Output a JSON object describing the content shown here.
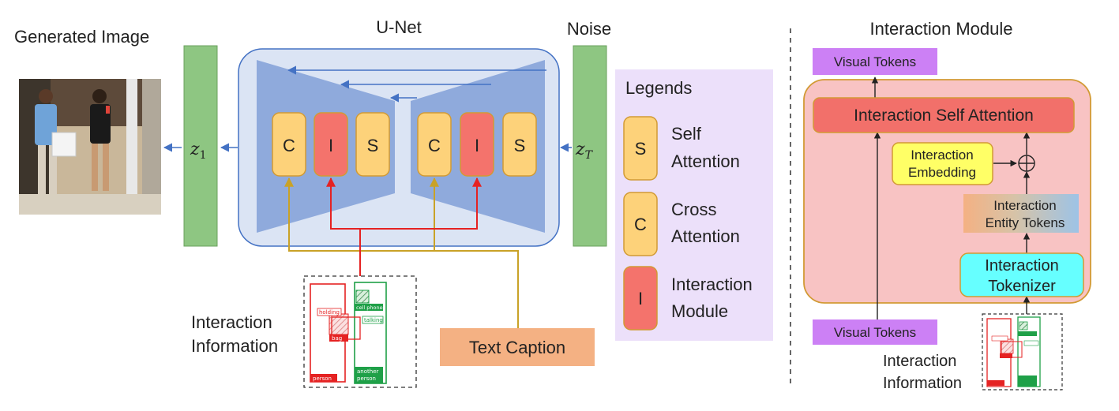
{
  "left": {
    "generated_image_label": "Generated Image",
    "unet_label": "U-Net",
    "noise_label": "Noise",
    "z1": "z",
    "z1_sub": "1",
    "zT": "z",
    "zT_sub": "T",
    "blocks": [
      "C",
      "I",
      "S",
      "C",
      "I",
      "S"
    ],
    "interaction_info_label_line1": "Interaction",
    "interaction_info_label_line2": "Information",
    "text_caption": "Text Caption",
    "thumbnail_tags": {
      "holding": "holding",
      "talking": "talking",
      "bag": "bag",
      "cell_phone": "cell phone",
      "person": "person",
      "another_person_line1": "another",
      "another_person_line2": "person"
    }
  },
  "legend": {
    "title": "Legends",
    "items": [
      {
        "symbol": "S",
        "line1": "Self",
        "line2": "Attention",
        "color": "#fdd27a"
      },
      {
        "symbol": "C",
        "line1": "Cross",
        "line2": "Attention",
        "color": "#fdd27a"
      },
      {
        "symbol": "I",
        "line1": "Interaction",
        "line2": "Module",
        "color": "#f4736c"
      }
    ]
  },
  "right": {
    "title": "Interaction Module",
    "visual_tokens_top": "Visual Tokens",
    "self_attention": "Interaction Self Attention",
    "embedding_line1": "Interaction",
    "embedding_line2": "Embedding",
    "plus_symbol": "⊕",
    "entity_line1": "Interaction",
    "entity_line2": "Entity Tokens",
    "tokenizer_line1": "Interaction",
    "tokenizer_line2": "Tokenizer",
    "visual_tokens_bottom": "Visual Tokens",
    "info_line1": "Interaction",
    "info_line2": "Information"
  },
  "colors": {
    "green_bar": "#8ec682",
    "unet_bg": "#dbe4f4",
    "unet_trap": "#8faadc",
    "arrow_blue": "#4472c4",
    "yellow_block": "#fdd27a",
    "red_block": "#f4736c",
    "legend_bg": "#ece0fa",
    "text_caption_bg": "#f4b183",
    "gold_line": "#c9a227",
    "red_line": "#e52222",
    "purple_token": "#cc80f5",
    "module_bg": "#f8c3c3",
    "module_border": "#d29a34",
    "self_attention_bg": "#f2706a",
    "embedding_bg": "#ffff66",
    "tokenizer_bg": "#66ffff"
  }
}
